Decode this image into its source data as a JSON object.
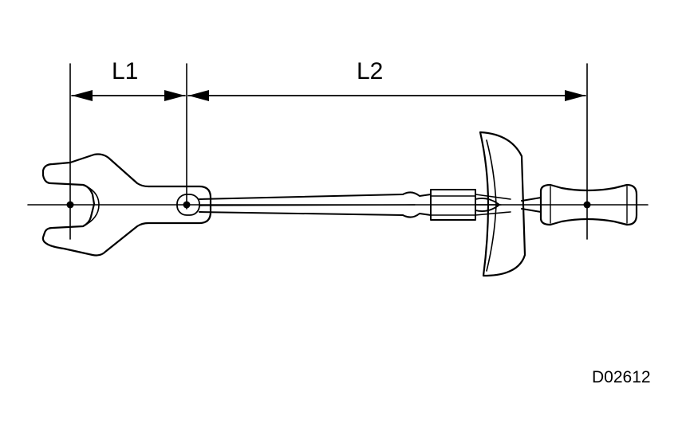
{
  "dimensions": {
    "l1": "L1",
    "l2": "L2"
  },
  "figure_code": "D02612",
  "colors": {
    "ink": "#000000",
    "background": "#ffffff"
  }
}
